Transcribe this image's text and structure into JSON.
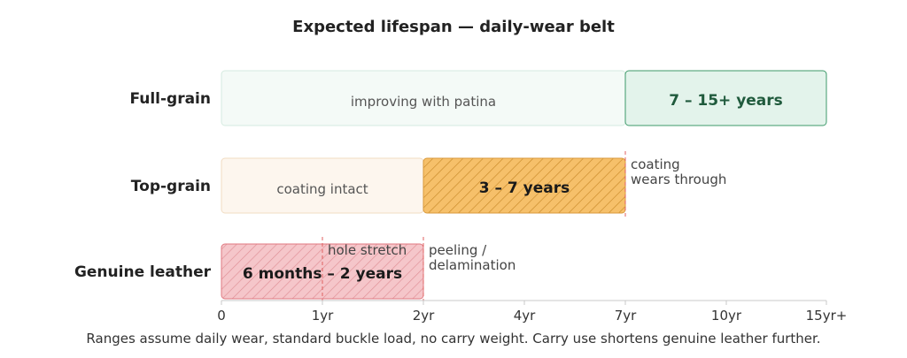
{
  "chart_data": {
    "type": "bar",
    "title": "Expected lifespan — daily-wear belt",
    "footnote": "Ranges assume daily wear, standard buckle load, no carry weight. Carry use shortens genuine leather further.",
    "x_ticks": [
      "0",
      "1yr",
      "2yr",
      "4yr",
      "7yr",
      "10yr",
      "15yr+"
    ],
    "colors": {
      "full_grain": "#2e8b57",
      "top_grain": "#e8a33d",
      "genuine": "#e0737b"
    },
    "categories": [
      "Full-grain",
      "Top-grain",
      "Genuine leather"
    ],
    "rows": [
      {
        "label": "Full-grain",
        "segments": [
          {
            "from": 0,
            "to": 7,
            "kind": "pre",
            "text": "improving with patina"
          },
          {
            "from": 7,
            "to": 15,
            "kind": "main",
            "text": "7 – 15+ years"
          }
        ],
        "markers": []
      },
      {
        "label": "Top-grain",
        "segments": [
          {
            "from": 0,
            "to": 2,
            "kind": "pre",
            "text": "coating intact"
          },
          {
            "from": 2,
            "to": 7,
            "kind": "main",
            "text": "3 – 7 years"
          }
        ],
        "markers": [
          {
            "at": 7,
            "text": [
              "coating",
              "wears through"
            ]
          }
        ]
      },
      {
        "label": "Genuine leather",
        "segments": [
          {
            "from": 0,
            "to": 2,
            "kind": "main",
            "text": "6 months – 2 years"
          }
        ],
        "markers": [
          {
            "at": 1,
            "text": [
              "hole stretch"
            ]
          },
          {
            "at": 2,
            "text": [
              "peeling /",
              "delamination"
            ]
          }
        ]
      }
    ]
  }
}
